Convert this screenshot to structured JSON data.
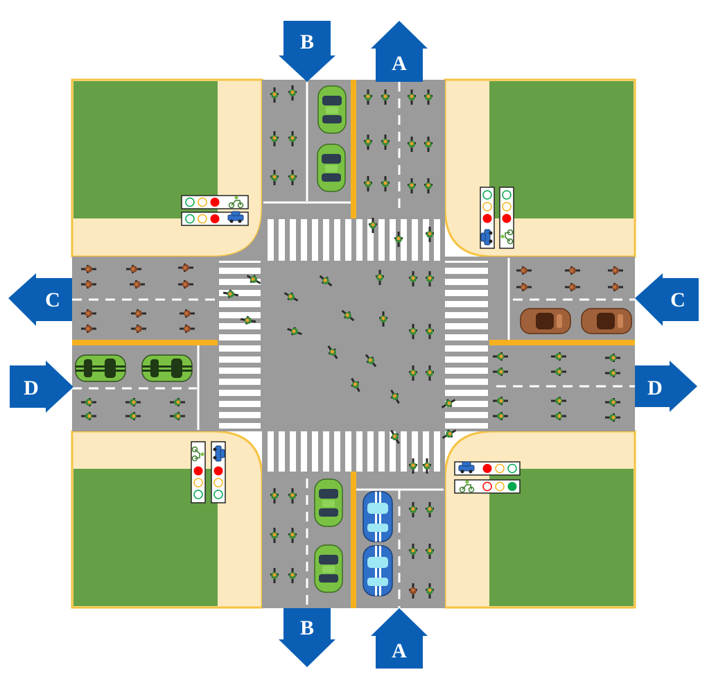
{
  "labels": {
    "top_left": "B",
    "top_right": "A",
    "bottom_left": "B",
    "bottom_right": "A",
    "left_upper": "C",
    "right_upper": "C",
    "left_lower": "D",
    "right_lower": "D"
  },
  "colors": {
    "road": "#9b9b9b",
    "grass": "#66a046",
    "sidewalk": "#fde9bf",
    "curb": "#f5c242",
    "median": "#f5b21e",
    "arrow": "#0a5fb5",
    "signal_red": "#ff0000",
    "signal_green": "#00a84f",
    "signal_yellow": "#f5b21e",
    "car_green": "#7ac143",
    "car_blue": "#2e6fc8",
    "car_brown": "#a0613a",
    "bike_green": "#3a8a3a",
    "bike_brown": "#8a4a2a"
  },
  "signals": {
    "top_left_bike": "red",
    "top_left_car": "red",
    "top_right_car": "red",
    "top_right_bike": "red",
    "bottom_left_bike": "red",
    "bottom_left_car": "red",
    "bottom_right_car": "red",
    "bottom_right_bike": "green"
  }
}
